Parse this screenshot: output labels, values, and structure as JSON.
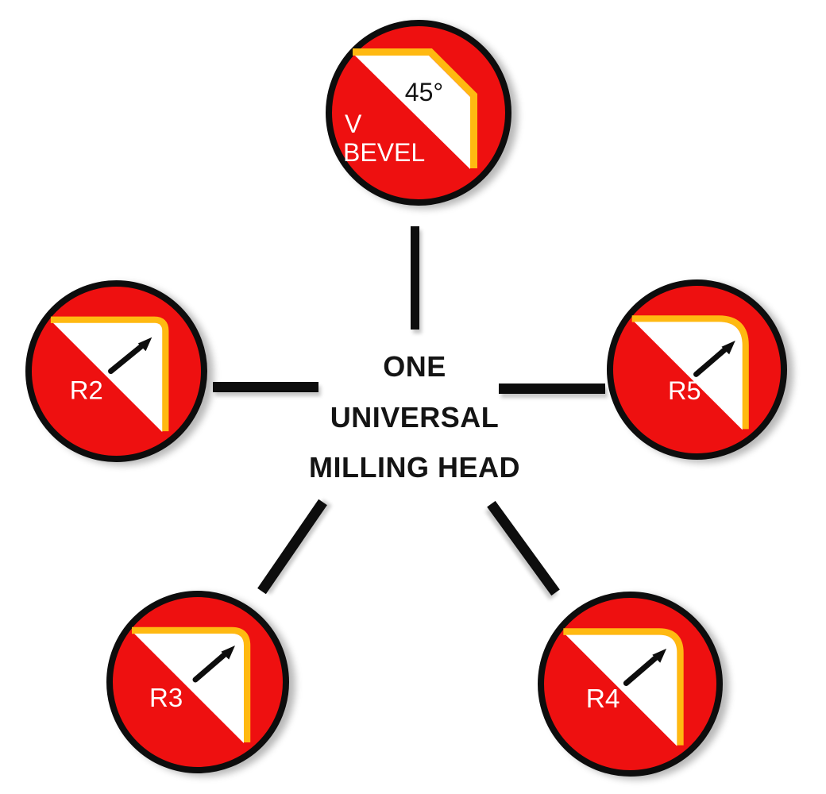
{
  "colors": {
    "badge_red": "#EE1010",
    "band_yellow": "#FFB911",
    "ink_black": "#0D0D0D",
    "label_white": "#FFFFFF"
  },
  "center": {
    "line1": "ONE",
    "line2": "UNIVERSAL",
    "line3": "MILLING HEAD"
  },
  "badges": {
    "bevel": {
      "angle": "45°",
      "label_line1": "V",
      "label_line2": "BEVEL"
    },
    "r2": {
      "label": "R2"
    },
    "r3": {
      "label": "R3"
    },
    "r4": {
      "label": "R4"
    },
    "r5": {
      "label": "R5"
    }
  }
}
